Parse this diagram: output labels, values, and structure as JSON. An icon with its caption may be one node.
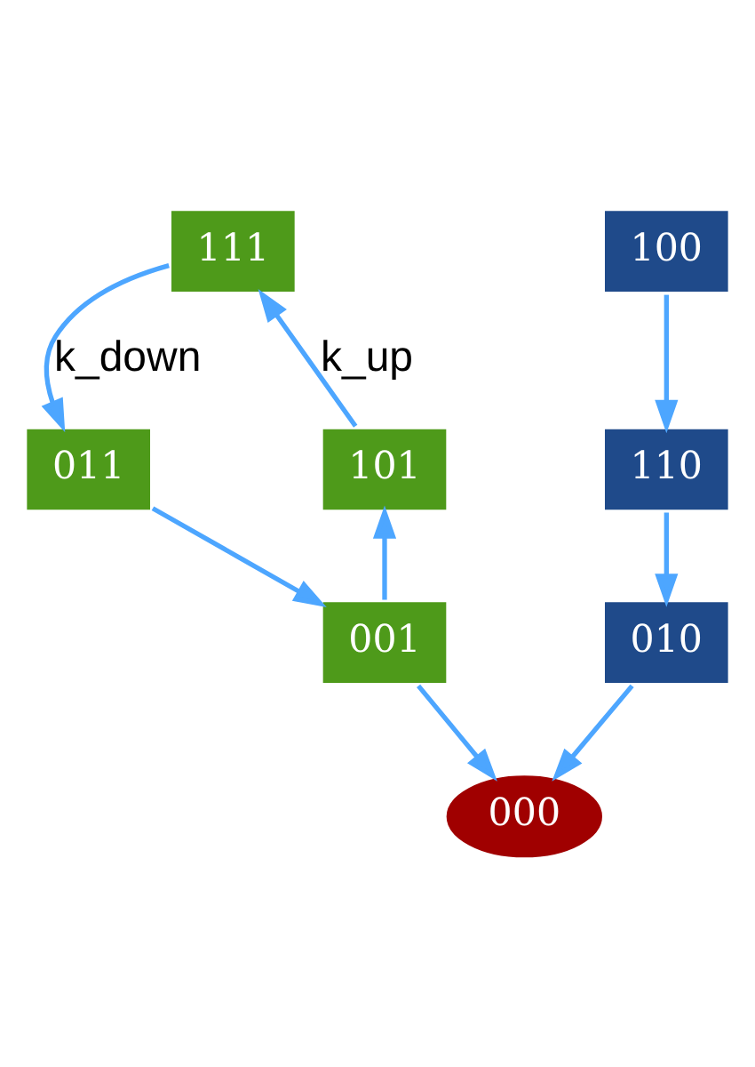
{
  "diagram": {
    "nodes": [
      {
        "text": [
          "111"
        ]
      },
      {
        "text": [
          "011"
        ]
      },
      {
        "text": [
          "101"
        ]
      },
      {
        "text": [
          "001"
        ]
      },
      {
        "text": [
          "000"
        ]
      },
      {
        "text": [
          "010"
        ]
      },
      {
        "text": [
          "100"
        ]
      },
      {
        "text": [
          "110"
        ]
      }
    ],
    "edges": [
      {
        "from": 0,
        "to": 1,
        "arrow": "to",
        "label": "k_down"
      },
      {
        "from": 2,
        "to": 0,
        "arrow": "to",
        "label": "k_up"
      },
      {
        "from": 1,
        "to": 3,
        "arrow": "to"
      },
      {
        "from": 3,
        "to": 2,
        "arrow": "to"
      },
      {
        "from": 3,
        "to": 4,
        "arrow": "to"
      },
      {
        "from": 5,
        "to": 4,
        "arrow": "to"
      },
      {
        "from": 6,
        "to": 7,
        "arrow": "to"
      },
      {
        "from": 7,
        "to": 5,
        "arrow": "to"
      }
    ]
  }
}
